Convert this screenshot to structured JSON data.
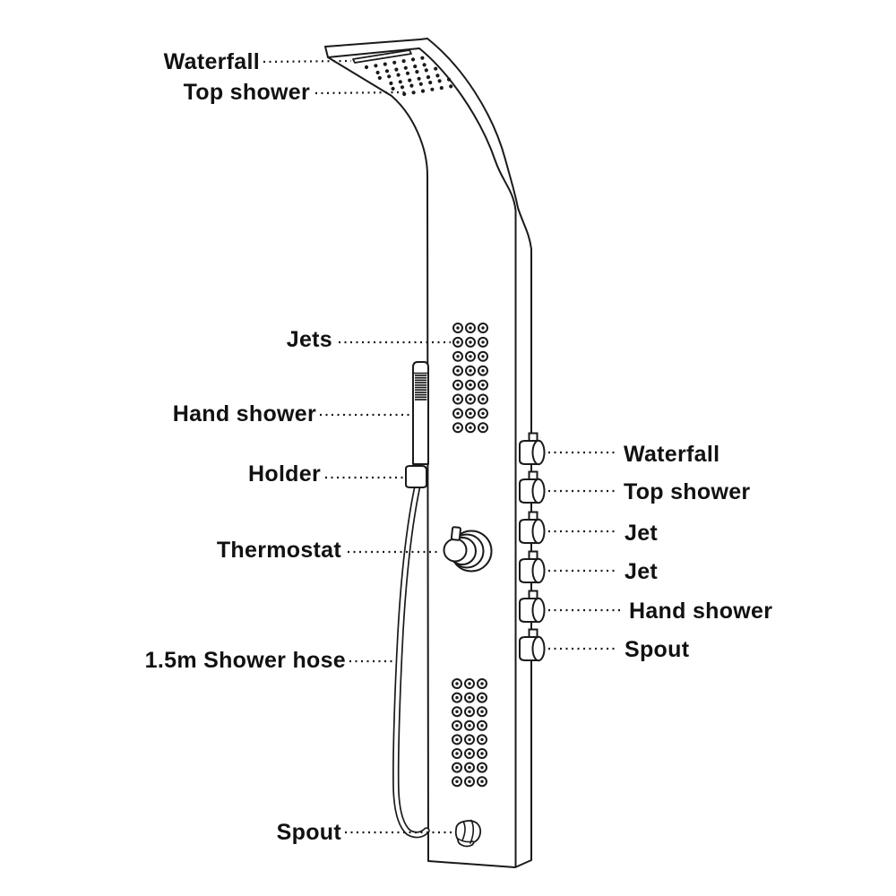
{
  "figure": {
    "colors": {
      "background": "#ffffff",
      "line": "#1a1a1a",
      "text": "#111111"
    },
    "left_callouts": [
      {
        "label": "Waterfall"
      },
      {
        "label": "Top shower"
      },
      {
        "label": "Jets"
      },
      {
        "label": "Hand shower"
      },
      {
        "label": "Holder"
      },
      {
        "label": "Thermostat"
      },
      {
        "label": "1.5m Shower hose"
      },
      {
        "label": "Spout"
      }
    ],
    "right_callouts": [
      {
        "label": "Waterfall"
      },
      {
        "label": "Top shower"
      },
      {
        "label": "Jet"
      },
      {
        "label": "Jet"
      },
      {
        "label": "Hand shower"
      },
      {
        "label": "Spout"
      }
    ]
  }
}
